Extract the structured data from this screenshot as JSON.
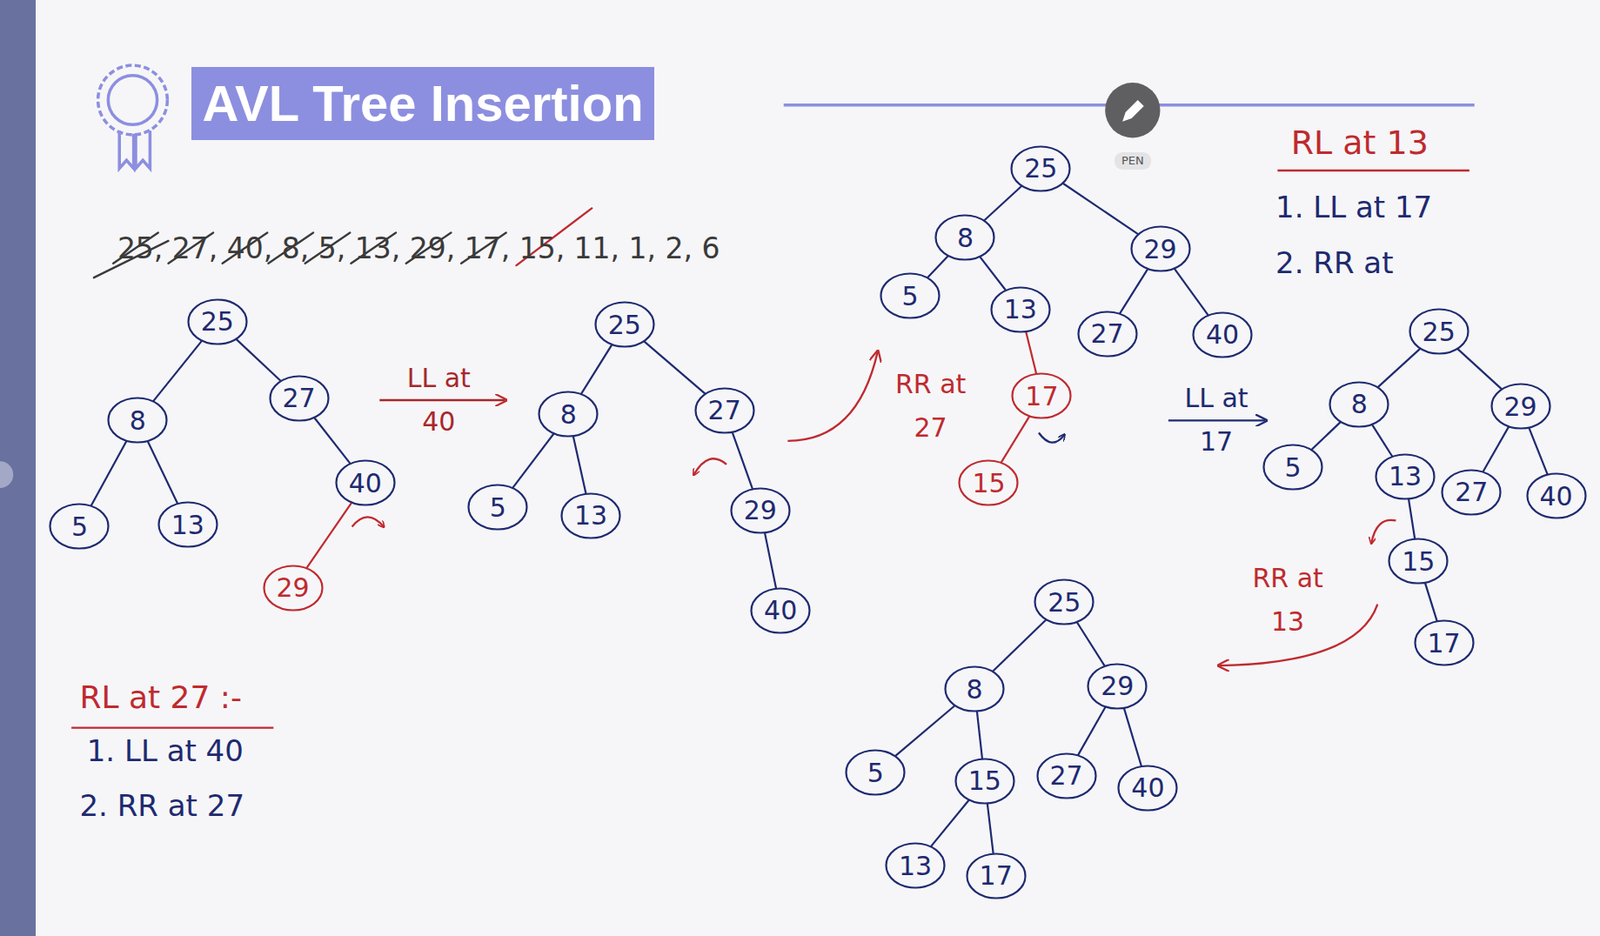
{
  "diagram": {
    "title": "AVL Tree Insertion",
    "nodes": [
      {
        "text": [
          "25"
        ]
      },
      {
        "text": [
          "8"
        ]
      },
      {
        "text": [
          "27"
        ]
      },
      {
        "text": [
          "5"
        ]
      },
      {
        "text": [
          "13"
        ]
      },
      {
        "text": [
          "40"
        ]
      },
      {
        "text": [
          "29"
        ]
      },
      {
        "text": [
          "25"
        ]
      },
      {
        "text": [
          "8"
        ]
      },
      {
        "text": [
          "27"
        ]
      },
      {
        "text": [
          "5"
        ]
      },
      {
        "text": [
          "13"
        ]
      },
      {
        "text": [
          "29"
        ]
      },
      {
        "text": [
          "40"
        ]
      },
      {
        "text": [
          "25"
        ]
      },
      {
        "text": [
          "8"
        ]
      },
      {
        "text": [
          "29"
        ]
      },
      {
        "text": [
          "5"
        ]
      },
      {
        "text": [
          "13"
        ]
      },
      {
        "text": [
          "27"
        ]
      },
      {
        "text": [
          "40"
        ]
      },
      {
        "text": [
          "17"
        ]
      },
      {
        "text": [
          "15"
        ]
      },
      {
        "text": [
          "25"
        ]
      },
      {
        "text": [
          "8"
        ]
      },
      {
        "text": [
          "29"
        ]
      },
      {
        "text": [
          "5"
        ]
      },
      {
        "text": [
          "13"
        ]
      },
      {
        "text": [
          "27"
        ]
      },
      {
        "text": [
          "40"
        ]
      },
      {
        "text": [
          "15"
        ]
      },
      {
        "text": [
          "17"
        ]
      },
      {
        "text": [
          "25"
        ]
      },
      {
        "text": [
          "8"
        ]
      },
      {
        "text": [
          "29"
        ]
      },
      {
        "text": [
          "5"
        ]
      },
      {
        "text": [
          "15"
        ]
      },
      {
        "text": [
          "27"
        ]
      },
      {
        "text": [
          "40"
        ]
      },
      {
        "text": [
          "13"
        ]
      },
      {
        "text": [
          "17"
        ]
      }
    ],
    "edges": [
      {
        "from": 0,
        "to": 1,
        "arrow": "none"
      },
      {
        "from": 0,
        "to": 2,
        "arrow": "none"
      },
      {
        "from": 1,
        "to": 3,
        "arrow": "none"
      },
      {
        "from": 1,
        "to": 4,
        "arrow": "none"
      },
      {
        "from": 2,
        "to": 5,
        "arrow": "none"
      },
      {
        "from": 5,
        "to": 6,
        "arrow": "none"
      },
      {
        "from": 7,
        "to": 8,
        "arrow": "none"
      },
      {
        "from": 7,
        "to": 9,
        "arrow": "none"
      },
      {
        "from": 8,
        "to": 10,
        "arrow": "none"
      },
      {
        "from": 8,
        "to": 11,
        "arrow": "none"
      },
      {
        "from": 9,
        "to": 12,
        "arrow": "none"
      },
      {
        "from": 12,
        "to": 13,
        "arrow": "none"
      },
      {
        "from": 14,
        "to": 15,
        "arrow": "none"
      },
      {
        "from": 14,
        "to": 16,
        "arrow": "none"
      },
      {
        "from": 15,
        "to": 17,
        "arrow": "none"
      },
      {
        "from": 15,
        "to": 18,
        "arrow": "none"
      },
      {
        "from": 16,
        "to": 19,
        "arrow": "none"
      },
      {
        "from": 16,
        "to": 20,
        "arrow": "none"
      },
      {
        "from": 18,
        "to": 21,
        "arrow": "none"
      },
      {
        "from": 21,
        "to": 22,
        "arrow": "none"
      },
      {
        "from": 23,
        "to": 24,
        "arrow": "none"
      },
      {
        "from": 23,
        "to": 25,
        "arrow": "none"
      },
      {
        "from": 24,
        "to": 26,
        "arrow": "none"
      },
      {
        "from": 24,
        "to": 27,
        "arrow": "none"
      },
      {
        "from": 25,
        "to": 28,
        "arrow": "none"
      },
      {
        "from": 25,
        "to": 29,
        "arrow": "none"
      },
      {
        "from": 27,
        "to": 30,
        "arrow": "none"
      },
      {
        "from": 30,
        "to": 31,
        "arrow": "none"
      },
      {
        "from": 32,
        "to": 33,
        "arrow": "none"
      },
      {
        "from": 32,
        "to": 34,
        "arrow": "none"
      },
      {
        "from": 33,
        "to": 35,
        "arrow": "none"
      },
      {
        "from": 33,
        "to": 36,
        "arrow": "none"
      },
      {
        "from": 34,
        "to": 37,
        "arrow": "none"
      },
      {
        "from": 34,
        "to": 38,
        "arrow": "none"
      },
      {
        "from": 36,
        "to": 39,
        "arrow": "none"
      },
      {
        "from": 36,
        "to": 40,
        "arrow": "none"
      }
    ],
    "labels": [
      "PEN",
      "25, 27, 40, 8, 5, 13, 29, 17, 15, 11, 1, 2, 6",
      "LL at 40",
      "RR at 27",
      "LL at 17",
      "RR at 13",
      "RL at 27 :-",
      "1. LL at 40",
      "2. RR at 27",
      "RL at 13",
      "1. LL at 17",
      "2. RR at"
    ]
  }
}
